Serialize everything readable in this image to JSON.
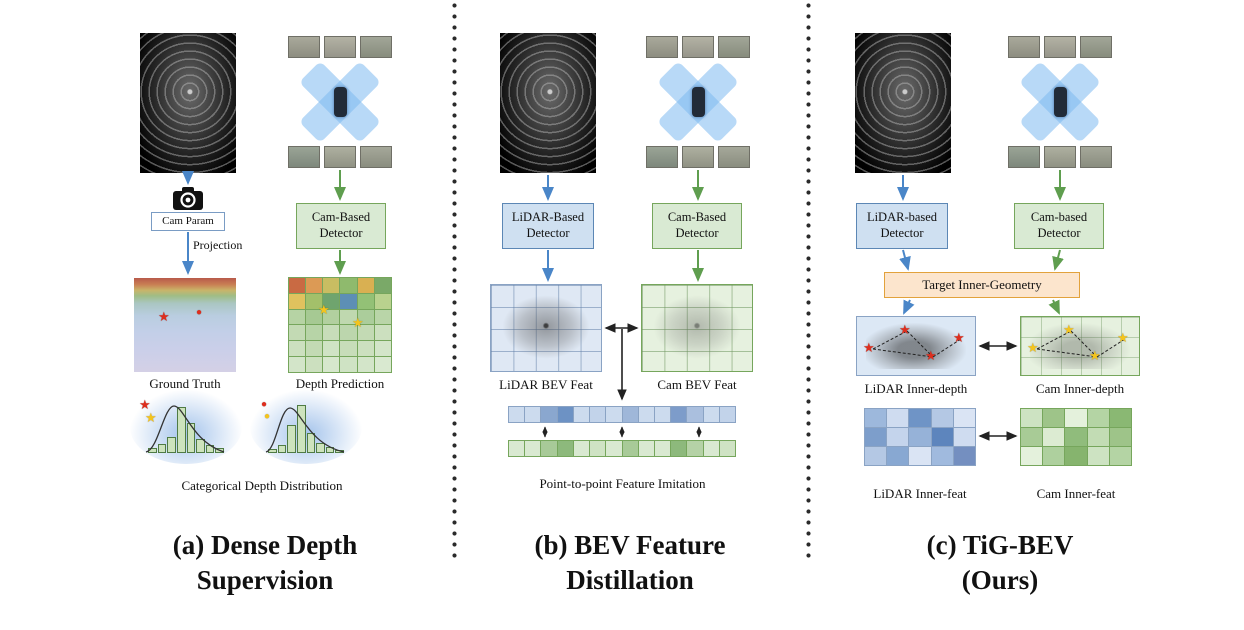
{
  "colors": {
    "blue_fill": "#cfe0f1",
    "blue_border": "#5c87b5",
    "blue_arrow": "#4a86c8",
    "green_fill": "#d9ead3",
    "green_border": "#76a65c",
    "green_arrow": "#5f9e4f",
    "orange_fill": "#fce5cd",
    "orange_border": "#e2a23c",
    "red_marker": "#de2e1e",
    "yellow_marker": "#f4c41d",
    "black": "#1a1a1a"
  },
  "panel_a": {
    "cam_param_label": "Cam Param",
    "projection_label": "Projection",
    "detector_label": "Cam-Based Detector",
    "ground_truth_label": "Ground Truth",
    "depth_prediction_label": "Depth Prediction",
    "distribution_label": "Categorical Depth Distribution",
    "caption_line1": "(a) Dense Depth",
    "caption_line2": "Supervision"
  },
  "panel_b": {
    "lidar_detector_label": "LiDAR-Based Detector",
    "cam_detector_label": "Cam-Based Detector",
    "lidar_bev_label": "LiDAR BEV Feat",
    "cam_bev_label": "Cam BEV Feat",
    "imitation_label": "Point-to-point Feature Imitation",
    "caption_line1": "(b) BEV Feature",
    "caption_line2": "Distillation"
  },
  "panel_c": {
    "lidar_detector_label": "LiDAR-based Detector",
    "cam_detector_label": "Cam-based Detector",
    "target_label": "Target Inner-Geometry",
    "lidar_inner_depth_label": "LiDAR Inner-depth",
    "cam_inner_depth_label": "Cam Inner-depth",
    "lidar_inner_feat_label": "LiDAR Inner-feat",
    "cam_inner_feat_label": "Cam Inner-feat",
    "caption_line1": "(c) TiG-BEV",
    "caption_line2": "(Ours)"
  },
  "figures": {
    "depth_prediction_cells": [
      "#c96a43",
      "#dc9a55",
      "#c9bd62",
      "#8fba6d",
      "#d9b052",
      "#7aa968",
      "#e0c25e",
      "#a3c06a",
      "#6fa46e",
      "#5d8fb5",
      "#93c176",
      "#b9d28e",
      "#b6d3a4",
      "#a6c993",
      "#b2d09f",
      "#bfd8af",
      "#abcd9b",
      "#b9d5a8",
      "#c3dab4",
      "#b7d4a7",
      "#c7ddb9",
      "#bcd6ad",
      "#c3dab4",
      "#cce0bf",
      "#cce0bf",
      "#c3dab4",
      "#cfe3c4",
      "#c7ddb9",
      "#cce0bf",
      "#d3e5c9",
      "#d3e5c9",
      "#cce0bf",
      "#d6e7cc",
      "#cfe3c4",
      "#d3e5c9",
      "#d9e9d0"
    ],
    "histogram_left": {
      "bars": [
        5,
        9,
        16,
        46,
        30,
        14,
        8,
        5
      ]
    },
    "histogram_right": {
      "bars": [
        4,
        8,
        28,
        48,
        20,
        10,
        6,
        3
      ]
    },
    "lidar_feat_row": [
      "#ccdbee",
      "#ccdbee",
      "#8aa7cf",
      "#6d92c4",
      "#ccdbee",
      "#c2d3ea",
      "#ccdbee",
      "#9fb7d9",
      "#ccdbee",
      "#ccdbee",
      "#7d9cca",
      "#aabfde",
      "#ccdbee",
      "#c2d3ea"
    ],
    "cam_feat_row": [
      "#d9e9d1",
      "#d9e9d1",
      "#a8ca98",
      "#8db97c",
      "#d9e9d1",
      "#cfe3c4",
      "#d9e9d1",
      "#a8ca98",
      "#d9e9d1",
      "#d9e9d1",
      "#8db97c",
      "#b5d2a6",
      "#d9e9d1",
      "#cfe3c4"
    ],
    "lidar_inner_feat_cells": [
      "#9db8dc",
      "#cfdcf0",
      "#6f94c6",
      "#b4c8e4",
      "#dae4f4",
      "#7d9ecb",
      "#c4d4ec",
      "#96b2d8",
      "#5d85bd",
      "#cfdcf0",
      "#b4c8e4",
      "#88a8d2",
      "#dae4f4",
      "#a0bade",
      "#748fc0"
    ],
    "cam_inner_feat_cells": [
      "#cde3c2",
      "#9ec489",
      "#e4f1dc",
      "#b4d4a4",
      "#8ab873",
      "#a8cb96",
      "#dcebd2",
      "#90bc7c",
      "#c2dcb4",
      "#9ec489",
      "#e4f1dc",
      "#aed09e",
      "#86b46e",
      "#cde3c2",
      "#b4d4a4"
    ]
  }
}
